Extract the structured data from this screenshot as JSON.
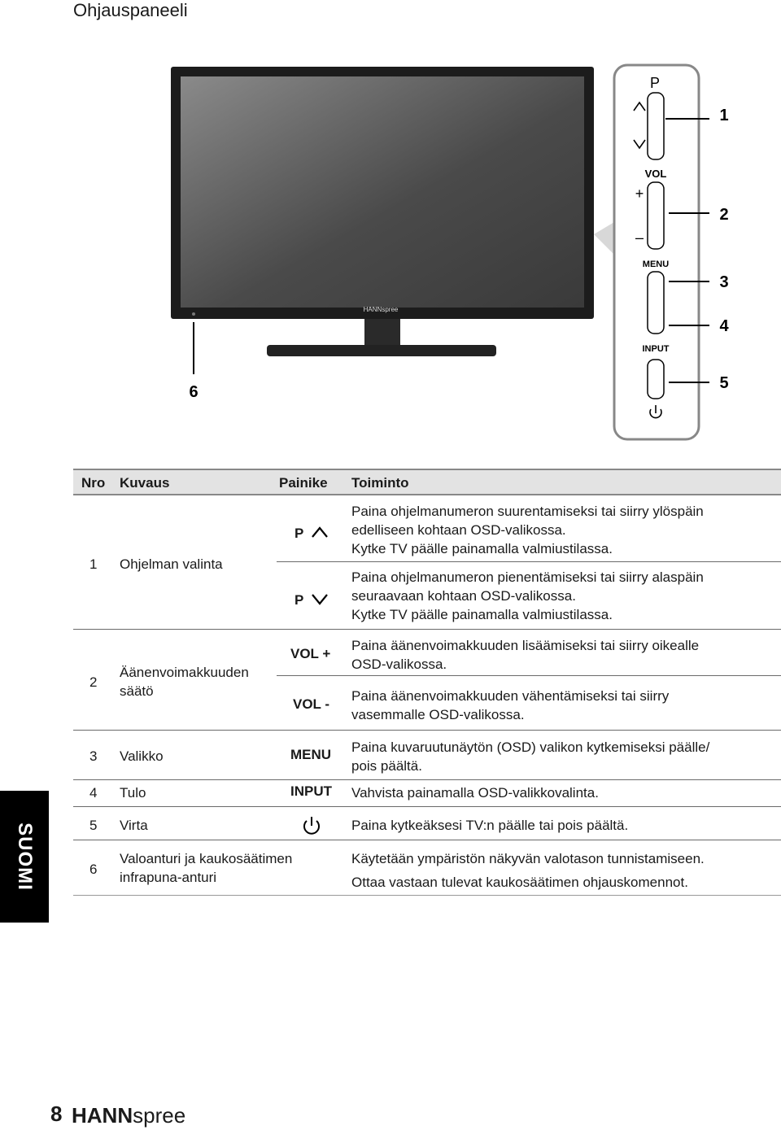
{
  "page_title": "Ohjauspaneeli",
  "illustration": {
    "brand_logo": "HANNspree",
    "panel_labels": {
      "p": "P",
      "vol": "VOL",
      "plus": "+",
      "minus": "–",
      "menu": "MENU",
      "input": "INPUT"
    },
    "callouts": [
      "1",
      "2",
      "3",
      "4",
      "5",
      "6"
    ],
    "icons": [
      "chevron-up-icon",
      "chevron-down-icon",
      "power-icon"
    ]
  },
  "table": {
    "headers": {
      "no": "Nro",
      "desc": "Kuvaus",
      "button": "Painike",
      "function": "Toiminto"
    },
    "rows": [
      {
        "no": "1",
        "desc": "Ohjelman valinta",
        "sub": [
          {
            "button": "P",
            "icon": "chevron-up-icon",
            "lines": [
              "Paina ohjelmanumeron suurentamiseksi tai siirry ylöspäin",
              "edelliseen kohtaan OSD-valikossa.",
              "Kytke TV päälle painamalla valmiustilassa."
            ]
          },
          {
            "button": "P",
            "icon": "chevron-down-icon",
            "lines": [
              "Paina ohjelmanumeron pienentämiseksi tai siirry alaspäin",
              "seuraavaan kohtaan OSD-valikossa.",
              "Kytke TV päälle painamalla valmiustilassa."
            ]
          }
        ]
      },
      {
        "no": "2",
        "desc_lines": [
          "Äänenvoimakkuuden",
          "säätö"
        ],
        "sub": [
          {
            "button": "VOL +",
            "lines": [
              "Paina äänenvoimakkuuden lisäämiseksi tai siirry oikealle",
              "OSD-valikossa."
            ]
          },
          {
            "button": "VOL -",
            "lines": [
              "Paina äänenvoimakkuuden vähentämiseksi tai siirry",
              "vasemmalle OSD-valikossa."
            ]
          }
        ]
      },
      {
        "no": "3",
        "desc": "Valikko",
        "button": "MENU",
        "lines": [
          "Paina kuvaruutunäytön (OSD) valikon kytkemiseksi päälle/",
          "pois päältä."
        ]
      },
      {
        "no": "4",
        "desc": "Tulo",
        "button": "INPUT",
        "lines": [
          "Vahvista painamalla OSD-valikkovalinta."
        ]
      },
      {
        "no": "5",
        "desc": "Virta",
        "icon": "power-icon",
        "lines": [
          "Paina kytkeäksesi TV:n päälle tai pois päältä."
        ]
      },
      {
        "no": "6",
        "desc_lines": [
          "Valoanturi ja kaukosäätimen",
          "infrapuna-anturi"
        ],
        "lines": [
          "Käytetään ympäristön näkyvän valotason tunnistamiseen.",
          "Ottaa vastaan tulevat kaukosäätimen ohjauskomennot."
        ]
      }
    ]
  },
  "side_tab": "SUOMI",
  "footer": {
    "page_number": "8",
    "brand_bold": "HANN",
    "brand_light": "spree"
  }
}
